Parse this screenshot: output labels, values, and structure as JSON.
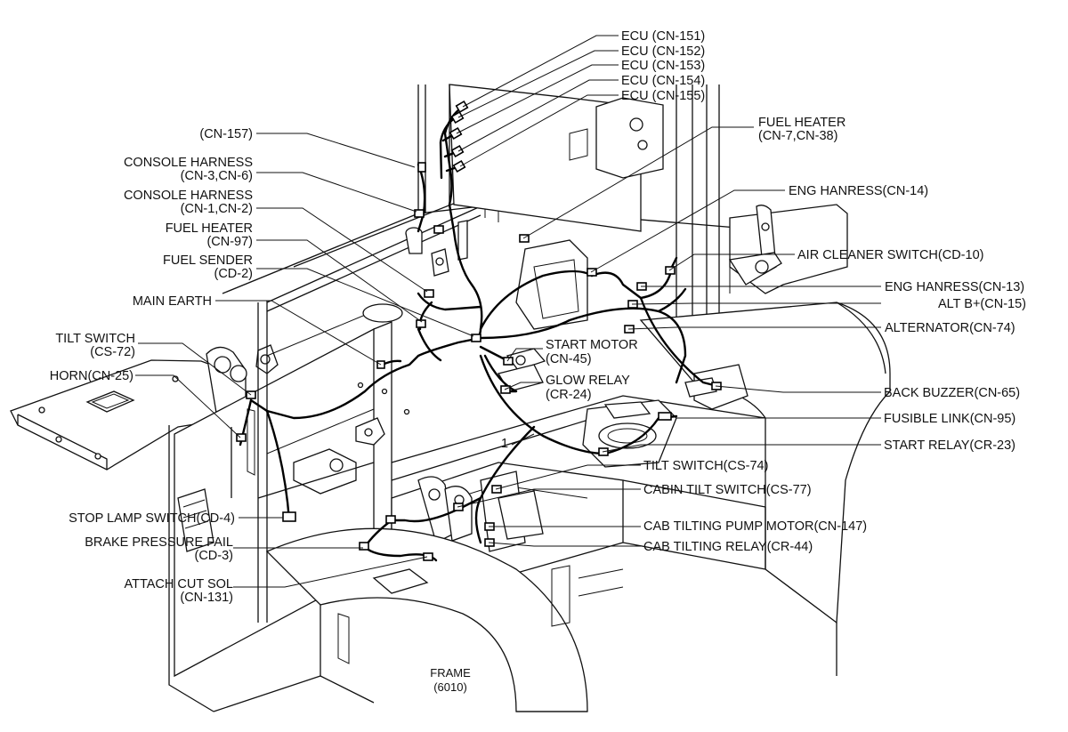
{
  "labels": {
    "ecu151": "ECU (CN-151)",
    "ecu152": "ECU (CN-152)",
    "ecu153": "ECU (CN-153)",
    "ecu154": "ECU (CN-154)",
    "ecu155": "ECU (CN-155)",
    "cn157": "(CN-157)",
    "console1_a": "CONSOLE HARNESS",
    "console1_b": "(CN-3,CN-6)",
    "console2_a": "CONSOLE HARNESS",
    "console2_b": "(CN-1,CN-2)",
    "fuelheater97_a": "FUEL HEATER",
    "fuelheater97_b": "(CN-97)",
    "fuelsender_a": "FUEL SENDER",
    "fuelsender_b": "(CD-2)",
    "mainearth": "MAIN EARTH",
    "tilt72_a": "TILT SWITCH",
    "tilt72_b": "(CS-72)",
    "horn": "HORN(CN-25)",
    "stoplamp": "STOP LAMP SWITCH(CD-4)",
    "brake_a": "BRAKE PRESSURE FAIL",
    "brake_b": "(CD-3)",
    "attach_a": "ATTACH CUT SOL",
    "attach_b": "(CN-131)",
    "fuelheater738_a": "FUEL HEATER",
    "fuelheater738_b": "(CN-7,CN-38)",
    "eng14": "ENG HANRESS(CN-14)",
    "aircleaner": "AIR CLEANER SWITCH(CD-10)",
    "eng13": "ENG HANRESS(CN-13)",
    "altb": "ALT B+(CN-15)",
    "alternator": "ALTERNATOR(CN-74)",
    "startmotor_a": "START MOTOR",
    "startmotor_b": "(CN-45)",
    "glow_a": "GLOW RELAY",
    "glow_b": "(CR-24)",
    "backbuzzer": "BACK BUZZER(CN-65)",
    "fusible": "FUSIBLE LINK(CN-95)",
    "startrelay": "START RELAY(CR-23)",
    "tilt74": "TILT SWITCH(CS-74)",
    "cabintilt": "CABIN TILT SWITCH(CS-77)",
    "pumpmotor": "CAB TILTING PUMP MOTOR(CN-147)",
    "tiltrelay": "CAB TILTING RELAY(CR-44)",
    "callout": "1",
    "frame_a": "FRAME",
    "frame_b": "(6010)"
  }
}
